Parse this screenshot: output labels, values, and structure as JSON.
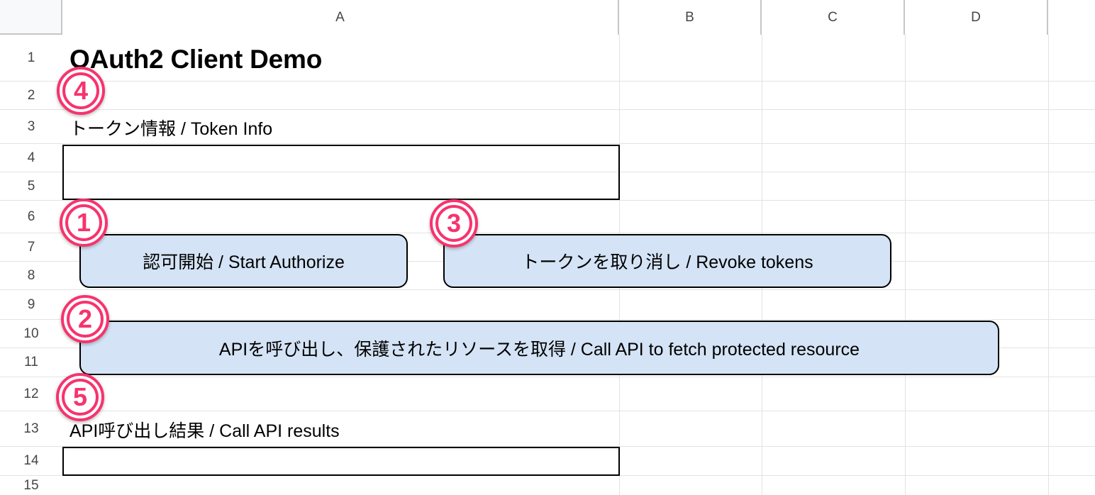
{
  "app": {
    "kind": "spreadsheet-grid"
  },
  "grid": {
    "column_headers": [
      "A",
      "B",
      "C",
      "D"
    ],
    "row_headers": [
      "1",
      "2",
      "3",
      "4",
      "5",
      "6",
      "7",
      "8",
      "9",
      "10",
      "11",
      "12",
      "13",
      "14",
      "15"
    ]
  },
  "cells": {
    "a1_title": "OAuth2 Client Demo",
    "a3_token_label": "トークン情報 / Token Info",
    "a13_results_label": "API呼び出し結果 / Call API results"
  },
  "boxes": {
    "token_output_value": "",
    "result_output_value": ""
  },
  "buttons": {
    "authorize": "認可開始 / Start Authorize",
    "revoke": "トークンを取り消し / Revoke tokens",
    "call_api": "APIを呼び出し、保護されたリソースを取得 / Call API to fetch protected resource"
  },
  "badges": [
    {
      "id": "badge-1",
      "label": "①",
      "number": "1"
    },
    {
      "id": "badge-2",
      "label": "②",
      "number": "2"
    },
    {
      "id": "badge-3",
      "label": "③",
      "number": "3"
    },
    {
      "id": "badge-4",
      "label": "④",
      "number": "4"
    },
    {
      "id": "badge-5",
      "label": "⑤",
      "number": "5"
    }
  ],
  "colors": {
    "badge_pink": "#f7336e",
    "button_fill": "#d4e3f5",
    "button_border": "#000000",
    "gridline": "#e1e3e1",
    "header_divider": "#c4c7c5",
    "header_text": "#444746",
    "corner_fill": "#f8f9fa"
  }
}
